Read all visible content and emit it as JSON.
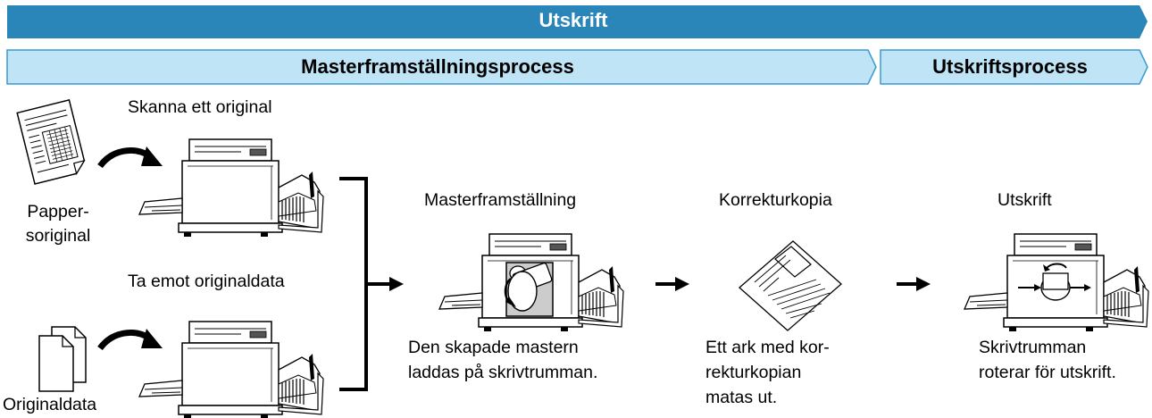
{
  "banner": {
    "top_label": "Utskrift",
    "left_label": "Masterframställningsprocess",
    "right_label": "Utskriftsprocess",
    "top_color": "#2a86b8",
    "sub_color": "#bfe4f5",
    "sub_border_color": "#3a9ad0"
  },
  "left_section": {
    "scan_title": "Skanna ett original",
    "paper_label_line1": "Papper-",
    "paper_label_line2": "soriginal",
    "receive_title": "Ta emot originaldata",
    "data_label": "Originaldata"
  },
  "steps": [
    {
      "title": "Masterframställning",
      "desc_line1": "Den skapade mastern",
      "desc_line2": "laddas på skrivtrumman."
    },
    {
      "title": "Korrekturkopia",
      "desc_line1": "Ett ark med kor-",
      "desc_line2": "rekturkopian",
      "desc_line3": "matas ut."
    },
    {
      "title": "Utskrift",
      "desc_line1": "Skrivtrumman",
      "desc_line2": "roterar för utskrift."
    }
  ]
}
